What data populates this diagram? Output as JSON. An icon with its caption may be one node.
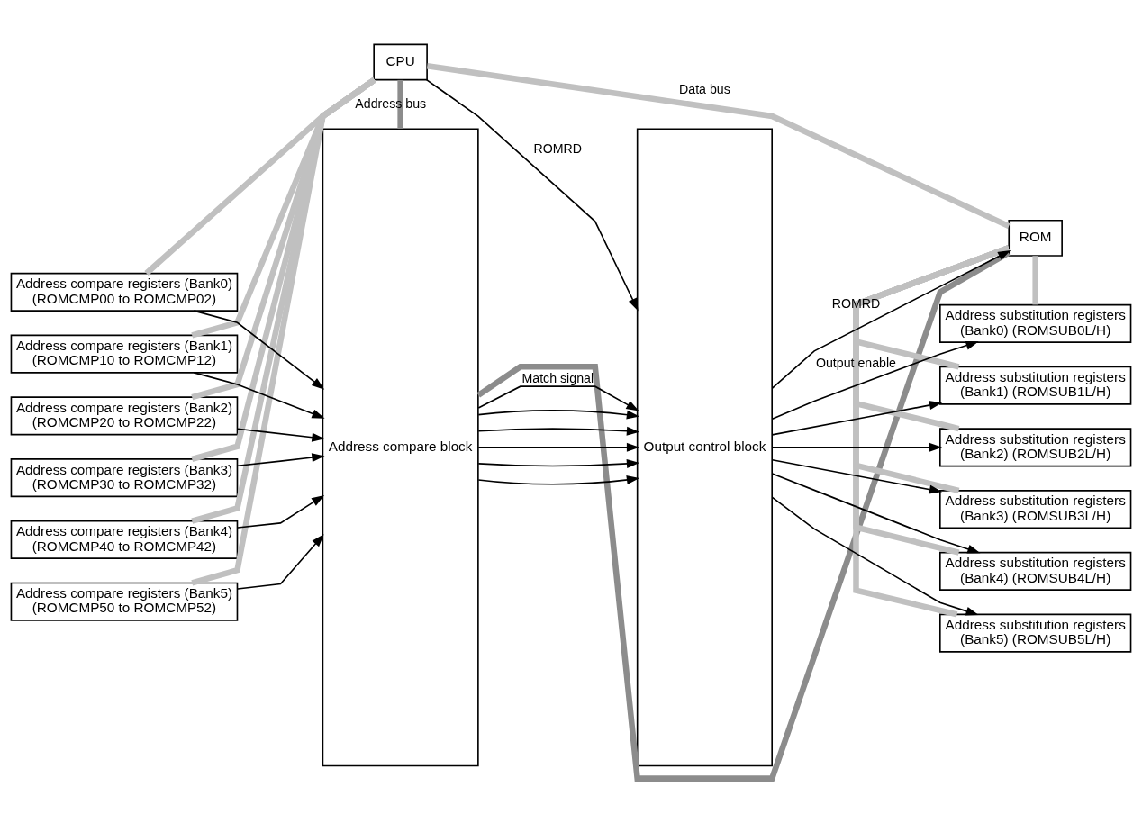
{
  "diagram": {
    "nodes": [
      {
        "text": [
          "CPU"
        ]
      },
      {
        "text": [
          "ROM"
        ]
      },
      {
        "text": [
          "Address compare block"
        ]
      },
      {
        "text": [
          "Output control block"
        ]
      },
      {
        "text": [
          "Address compare registers (Bank0) (ROMCMP00 to ROMCMP02)"
        ]
      },
      {
        "text": [
          "Address compare registers (Bank1) (ROMCMP10 to ROMCMP12)"
        ]
      },
      {
        "text": [
          "Address compare registers (Bank2) (ROMCMP20 to ROMCMP22)"
        ]
      },
      {
        "text": [
          "Address compare registers (Bank3) (ROMCMP30 to ROMCMP32)"
        ]
      },
      {
        "text": [
          "Address compare registers (Bank4) (ROMCMP40 to ROMCMP42)"
        ]
      },
      {
        "text": [
          "Address compare registers (Bank5) (ROMCMP50 to ROMCMP52)"
        ]
      },
      {
        "text": [
          "Address substitution registers (Bank0) (ROMSUB0L/H)"
        ]
      },
      {
        "text": [
          "Address substitution registers (Bank1) (ROMSUB1L/H)"
        ]
      },
      {
        "text": [
          "Address substitution registers (Bank2) (ROMSUB2L/H)"
        ]
      },
      {
        "text": [
          "Address substitution registers (Bank3) (ROMSUB3L/H)"
        ]
      },
      {
        "text": [
          "Address substitution registers (Bank4) (ROMSUB4L/H)"
        ]
      },
      {
        "text": [
          "Address substitution registers (Bank5) (ROMSUB5L/H)"
        ]
      }
    ],
    "edges": [
      {
        "from": 0,
        "to": 3,
        "arrow": "to",
        "label": "ROMRD"
      },
      {
        "from": 3,
        "to": 1,
        "arrow": "to",
        "label": "ROMRD"
      },
      {
        "from": 0,
        "to": 2,
        "arrow": "none",
        "style": "thick",
        "color": "#8c8c8c",
        "label": "Address bus"
      },
      {
        "from": 1,
        "to": 2,
        "arrow": "none",
        "style": "thick",
        "color": "#8c8c8c"
      },
      {
        "from": 0,
        "to": 1,
        "arrow": "none",
        "style": "thick",
        "color": "#c0c0c0",
        "label": "Data bus"
      },
      {
        "from": 0,
        "to": 4,
        "arrow": "none",
        "style": "thick",
        "color": "#c0c0c0"
      },
      {
        "from": 0,
        "to": 5,
        "arrow": "none",
        "style": "thick",
        "color": "#c0c0c0"
      },
      {
        "from": 0,
        "to": 6,
        "arrow": "none",
        "style": "thick",
        "color": "#c0c0c0"
      },
      {
        "from": 0,
        "to": 7,
        "arrow": "none",
        "style": "thick",
        "color": "#c0c0c0"
      },
      {
        "from": 0,
        "to": 8,
        "arrow": "none",
        "style": "thick",
        "color": "#c0c0c0"
      },
      {
        "from": 0,
        "to": 9,
        "arrow": "none",
        "style": "thick",
        "color": "#c0c0c0"
      },
      {
        "from": 1,
        "to": 10,
        "arrow": "none",
        "style": "thick",
        "color": "#c0c0c0"
      },
      {
        "from": 1,
        "to": 11,
        "arrow": "none",
        "style": "thick",
        "color": "#c0c0c0"
      },
      {
        "from": 1,
        "to": 12,
        "arrow": "none",
        "style": "thick",
        "color": "#c0c0c0"
      },
      {
        "from": 1,
        "to": 13,
        "arrow": "none",
        "style": "thick",
        "color": "#c0c0c0"
      },
      {
        "from": 1,
        "to": 14,
        "arrow": "none",
        "style": "thick",
        "color": "#c0c0c0"
      },
      {
        "from": 1,
        "to": 15,
        "arrow": "none",
        "style": "thick",
        "color": "#c0c0c0"
      },
      {
        "from": 4,
        "to": 2,
        "arrow": "to"
      },
      {
        "from": 5,
        "to": 2,
        "arrow": "to"
      },
      {
        "from": 6,
        "to": 2,
        "arrow": "to"
      },
      {
        "from": 7,
        "to": 2,
        "arrow": "to"
      },
      {
        "from": 8,
        "to": 2,
        "arrow": "to"
      },
      {
        "from": 9,
        "to": 2,
        "arrow": "to"
      },
      {
        "from": 2,
        "to": 3,
        "arrow": "to",
        "label": "Match signal"
      },
      {
        "from": 2,
        "to": 3,
        "arrow": "to"
      },
      {
        "from": 2,
        "to": 3,
        "arrow": "to"
      },
      {
        "from": 2,
        "to": 3,
        "arrow": "to"
      },
      {
        "from": 2,
        "to": 3,
        "arrow": "to"
      },
      {
        "from": 2,
        "to": 3,
        "arrow": "to"
      },
      {
        "from": 3,
        "to": 10,
        "arrow": "to",
        "label": "Output enable"
      },
      {
        "from": 3,
        "to": 11,
        "arrow": "to"
      },
      {
        "from": 3,
        "to": 12,
        "arrow": "to"
      },
      {
        "from": 3,
        "to": 13,
        "arrow": "to"
      },
      {
        "from": 3,
        "to": 14,
        "arrow": "to"
      },
      {
        "from": 3,
        "to": 15,
        "arrow": "to"
      }
    ]
  }
}
